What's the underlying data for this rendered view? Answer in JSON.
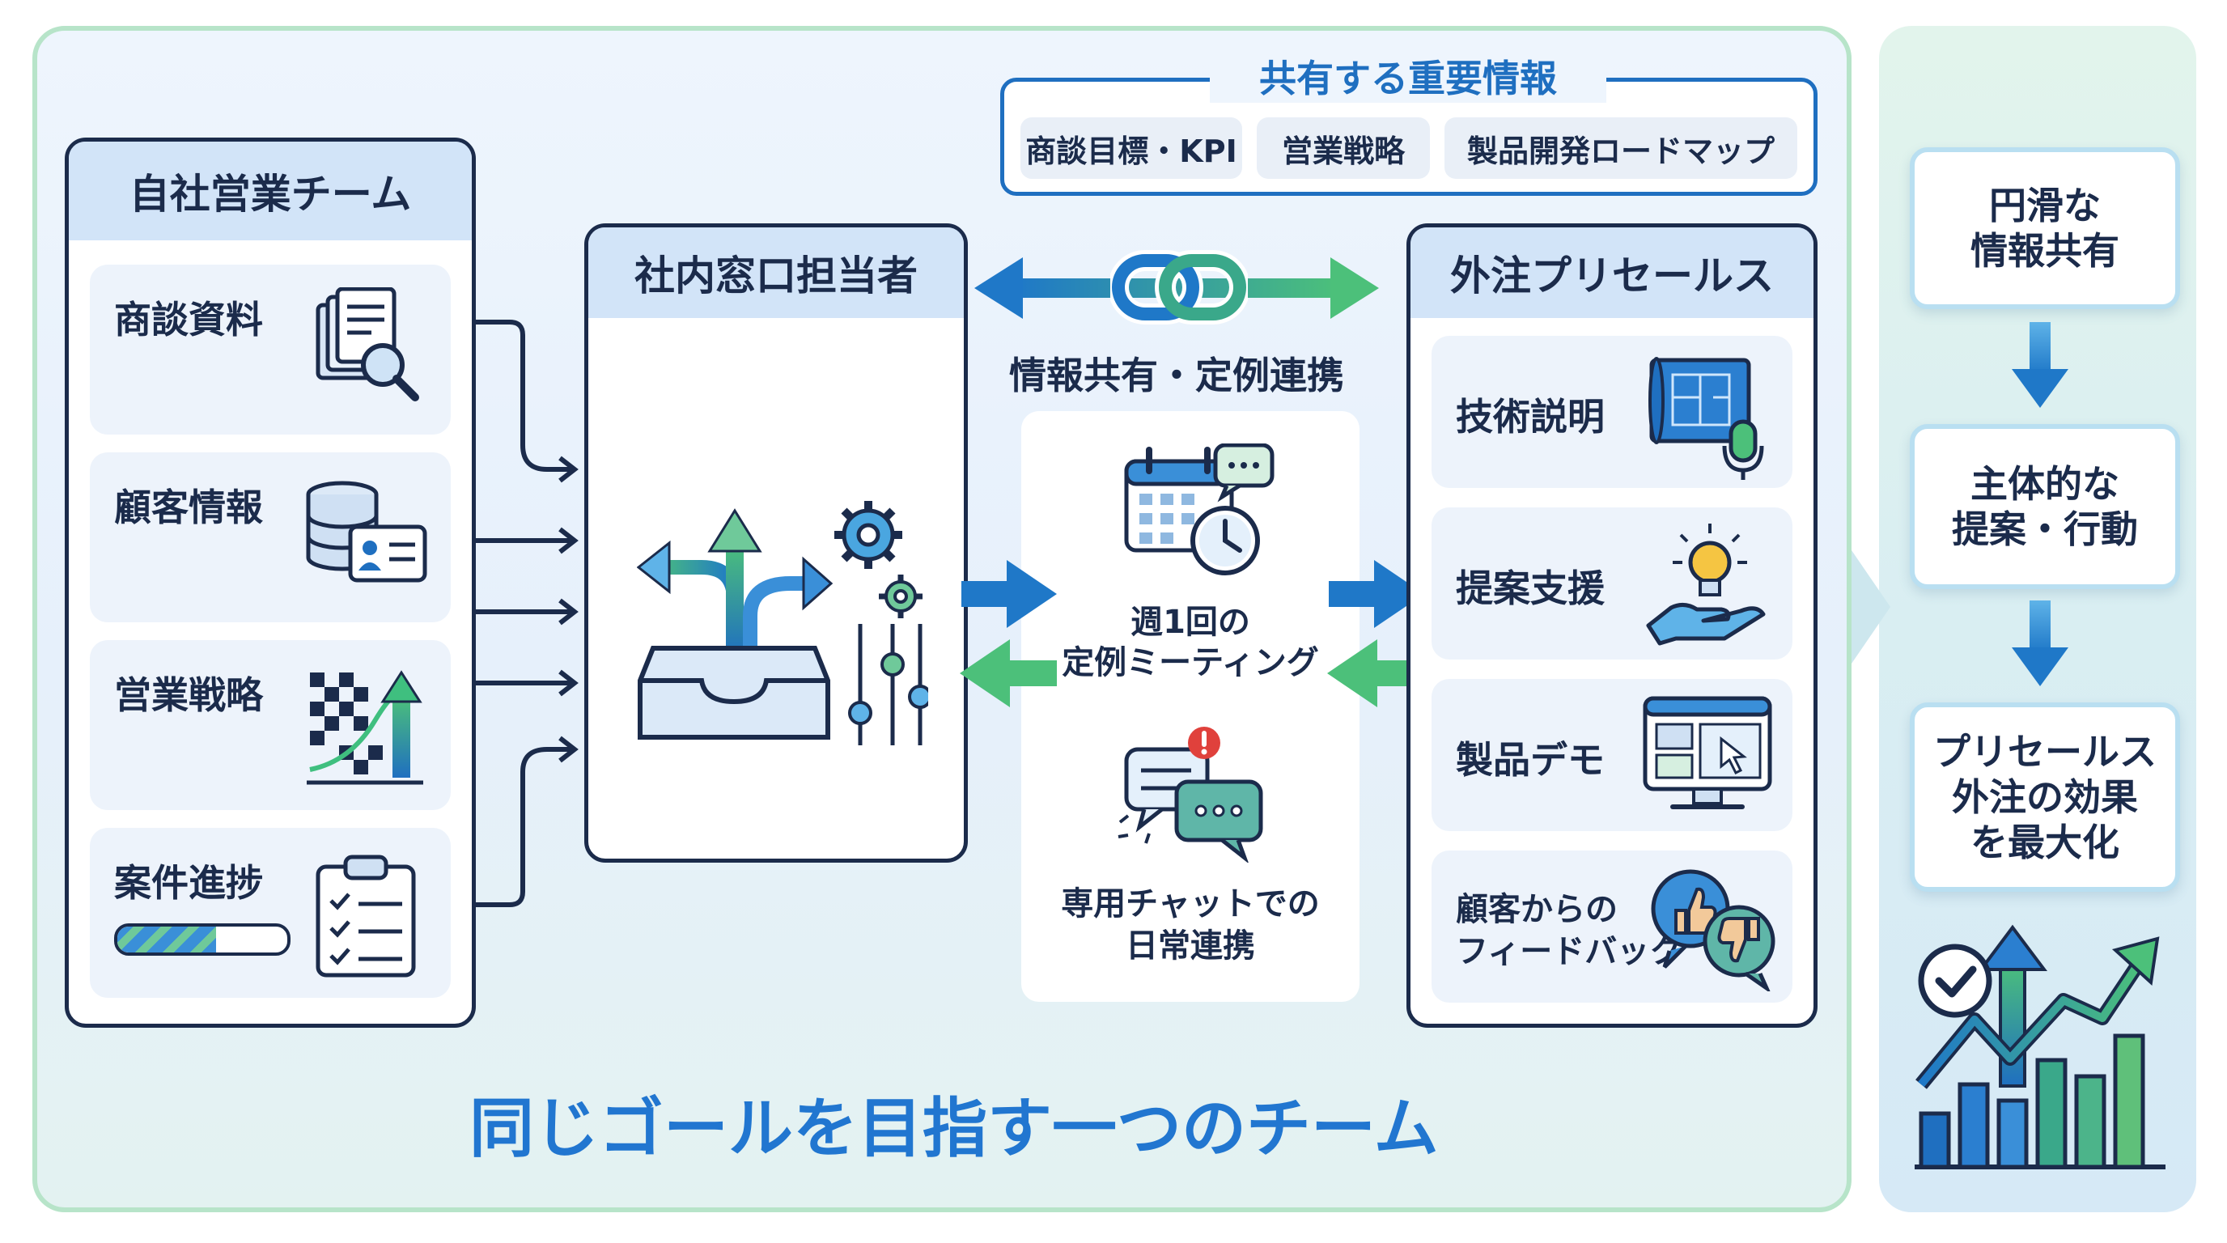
{
  "shared_info": {
    "title": "共有する重要情報",
    "items": [
      "商談目標・KPI",
      "営業戦略",
      "製品開発ロードマップ"
    ]
  },
  "own_team": {
    "title": "自社営業チーム",
    "cards": [
      {
        "label": "商談資料",
        "icon": "document-search-icon"
      },
      {
        "label": "顧客情報",
        "icon": "database-id-card-icon"
      },
      {
        "label": "営業戦略",
        "icon": "strategy-growth-icon"
      },
      {
        "label": "案件進捗",
        "icon": "clipboard-checklist-icon"
      }
    ]
  },
  "contact": {
    "title": "社内窓口担当者",
    "icon": "inbox-routing-gears-icon"
  },
  "link": {
    "label": "情報共有・定例連携",
    "icon": "chain-link-icon"
  },
  "methods": [
    {
      "line1": "週1回の",
      "line2": "定例ミーティング",
      "icon": "calendar-clock-chat-icon"
    },
    {
      "line1": "専用チャットでの",
      "line2": "日常連携",
      "icon": "chat-bubbles-alert-icon"
    }
  ],
  "outsource": {
    "title": "外注プリセールス",
    "cards": [
      {
        "label": "技術説明",
        "icon": "blueprint-microphone-icon"
      },
      {
        "label": "提案支援",
        "icon": "hand-lightbulb-icon"
      },
      {
        "label": "製品デモ",
        "icon": "monitor-demo-icon"
      },
      {
        "label_line1": "顧客からの",
        "label_line2": "フィードバック",
        "icon": "thumbs-feedback-icon"
      }
    ]
  },
  "tagline": "同じゴールを目指す一つのチーム",
  "results": [
    {
      "line1": "円滑な",
      "line2": "情報共有"
    },
    {
      "line1": "主体的な",
      "line2": "提案・行動"
    },
    {
      "line1": "プリセールス",
      "line2": "外注の効果",
      "line3": "を最大化"
    }
  ],
  "colors": {
    "navy": "#1b2b4b",
    "blue": "#1f78c8",
    "green": "#3fbf7f",
    "title_fill": "#d2e4f8",
    "tagline": "#2176d0"
  }
}
